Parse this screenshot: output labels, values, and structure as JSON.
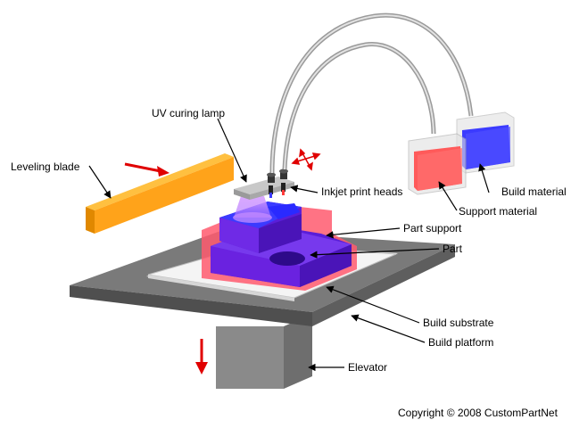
{
  "labels": {
    "uv_curing_lamp": "UV curing lamp",
    "leveling_blade": "Leveling blade",
    "inkjet_print_heads": "Inkjet print heads",
    "build_material": "Build material",
    "support_material": "Support material",
    "part_support": "Part support",
    "part": "Part",
    "build_substrate": "Build substrate",
    "build_platform": "Build platform",
    "elevator": "Elevator"
  },
  "copyright": "Copyright © 2008 CustomPartNet",
  "colors": {
    "platform": "#6b6b6b",
    "substrate": "#f4f4f4",
    "support": "#ff5a6e",
    "part": "#5a1ed8",
    "build_material": "#3b3bff",
    "support_material": "#ff5a5a",
    "blade": "#ffa31a",
    "arrow_red": "#e00000",
    "uv_glow": "#c58cff"
  },
  "icons": [
    "motion-arrows-icon",
    "down-arrow-icon",
    "right-arrow-icon"
  ]
}
